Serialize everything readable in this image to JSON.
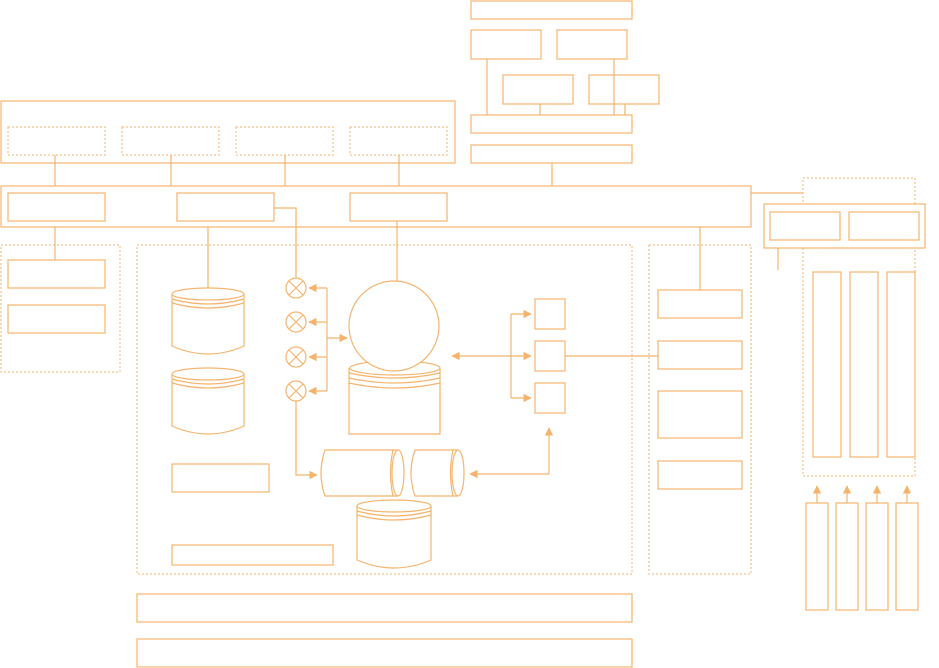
{
  "diagram": {
    "accent_color": "#f5b46e",
    "background_color": "#ffffff",
    "node_kinds": [
      "box",
      "dashed-group",
      "database-cylinder",
      "sphere",
      "horizontal-cylinder",
      "mixer-node",
      "arrow"
    ]
  }
}
